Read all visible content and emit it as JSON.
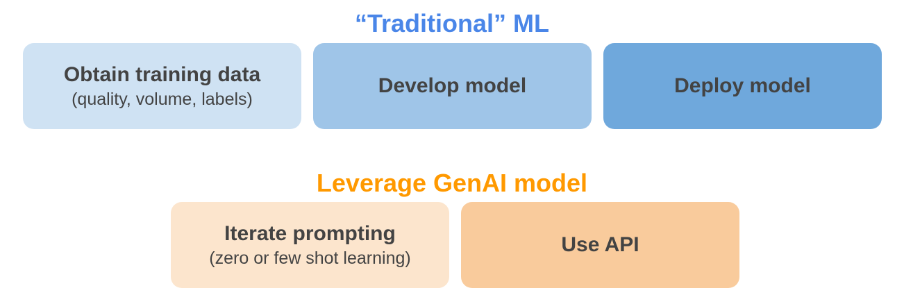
{
  "traditional": {
    "title": "“Traditional” ML",
    "steps": [
      {
        "label": "Obtain training data",
        "sub": "(quality, volume, labels)"
      },
      {
        "label": "Develop model"
      },
      {
        "label": "Deploy model"
      }
    ]
  },
  "genai": {
    "title": "Leverage GenAI model",
    "steps": [
      {
        "label": "Iterate prompting",
        "sub": "(zero or few shot learning)"
      },
      {
        "label": "Use API"
      }
    ]
  },
  "colors": {
    "blue_title": "#4a86e8",
    "orange_title": "#ff9900",
    "text": "#434343"
  }
}
